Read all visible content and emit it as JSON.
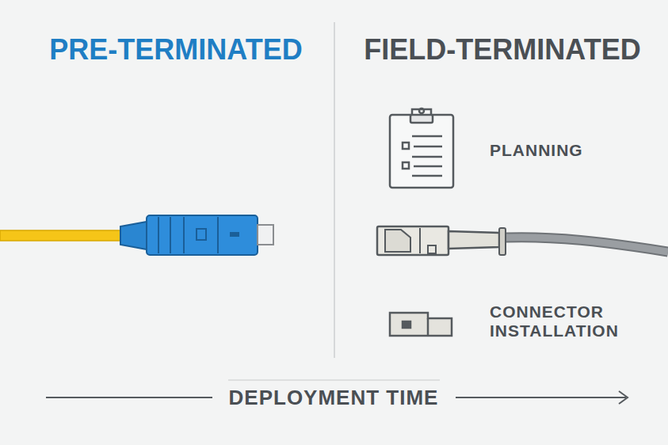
{
  "diagram": {
    "labels": [
      "PRE-TERMINATED",
      "FIELD-TERMINATED",
      "PLANNING",
      "CONNECTOR INSTALLATION",
      "DEPLOYMENT TIME"
    ]
  }
}
